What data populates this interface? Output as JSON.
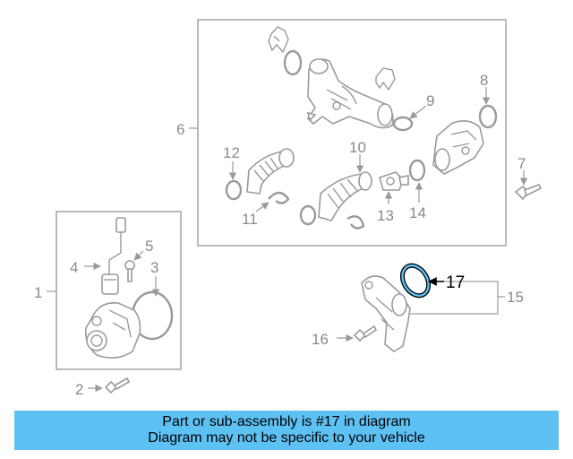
{
  "callouts": {
    "c1": "1",
    "c2": "2",
    "c3": "3",
    "c4": "4",
    "c5": "5",
    "c6": "6",
    "c7": "7",
    "c8": "8",
    "c9": "9",
    "c10": "10",
    "c11": "11",
    "c12": "12",
    "c13": "13",
    "c14": "14",
    "c15": "15",
    "c16": "16",
    "c17": "17"
  },
  "banner": {
    "line1": "Part or sub-assembly is #17 in diagram",
    "line2": "Diagram may not be specific to your vehicle",
    "color": "#5ec1f4"
  },
  "highlight_color": "#5ec1f4"
}
